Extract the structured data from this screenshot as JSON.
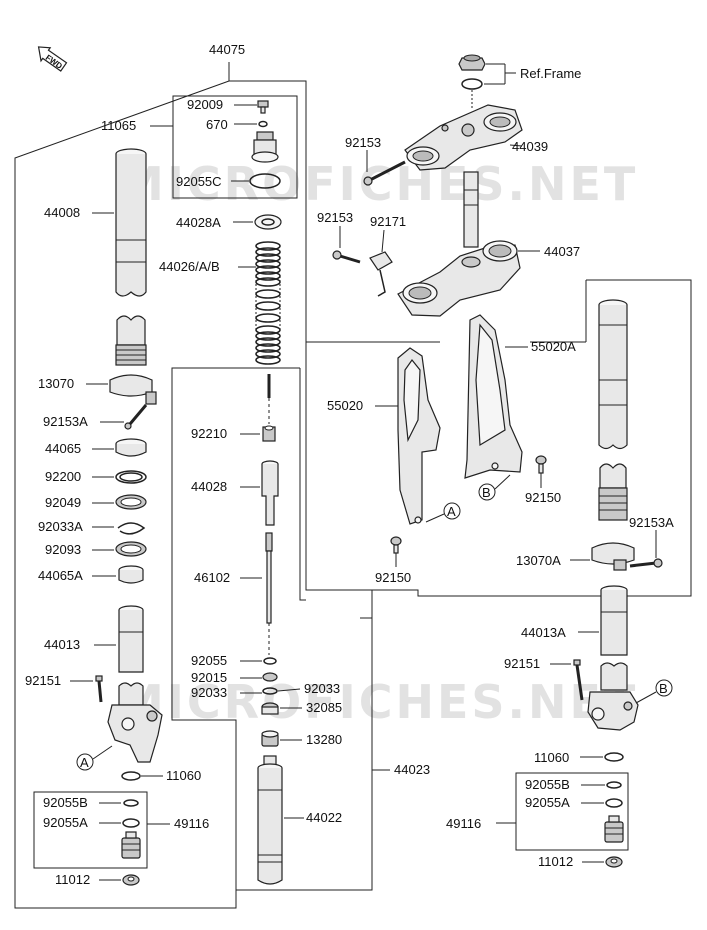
{
  "watermark": "MICROFICHES.NET",
  "fwd_label": "FWD",
  "labels": {
    "l44075": "44075",
    "l11065": "11065",
    "l92009": "92009",
    "l670": "670",
    "l92055C": "92055C",
    "l44008": "44008",
    "l44028A": "44028A",
    "l44026": "44026/A/B",
    "l13070": "13070",
    "l92153A_left": "92153A",
    "l44065": "44065",
    "l92200": "92200",
    "l92049": "92049",
    "l92033A": "92033A",
    "l92093": "92093",
    "l44065A": "44065A",
    "l44013": "44013",
    "l92151_left": "92151",
    "l11060_left": "11060",
    "l92055B_left": "92055B",
    "l92055A_left": "92055A",
    "l49116_left": "49116",
    "l11012_left": "11012",
    "l92210": "92210",
    "l44028": "44028",
    "l46102": "46102",
    "l92055": "92055",
    "l92015": "92015",
    "l92033_a": "92033",
    "l92033_b": "92033",
    "l32085": "32085",
    "l13280": "13280",
    "l44022": "44022",
    "l44023": "44023",
    "lRefFrame": "Ref.Frame",
    "l92153_top": "92153",
    "l44039": "44039",
    "l92153_mid": "92153",
    "l92171": "92171",
    "l44037": "44037",
    "l55020A": "55020A",
    "l55020": "55020",
    "l92150_right": "92150",
    "l92150_left": "92150",
    "lA_guard": "A",
    "lB_guard": "B",
    "l92153A_right": "92153A",
    "l13070A": "13070A",
    "l44013A": "44013A",
    "l92151_right": "92151",
    "lB_fork": "B",
    "l11060_right": "11060",
    "l92055B_right": "92055B",
    "l92055A_right": "92055A",
    "l49116_right": "49116",
    "l11012_right": "11012",
    "lA_fork": "A"
  }
}
